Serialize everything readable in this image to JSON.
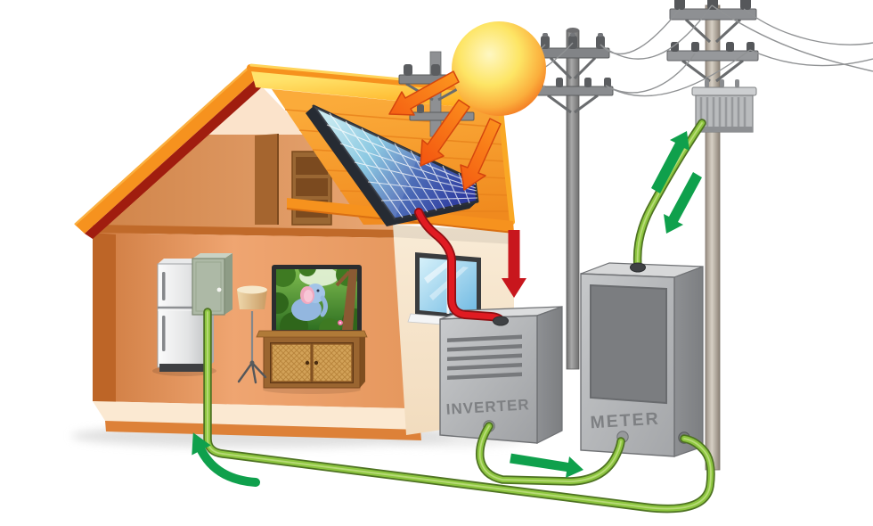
{
  "labels": {
    "inverter": "INVERTER",
    "meter": "METER"
  },
  "colors": {
    "arrow-green": "#0FA04C",
    "arrow-red": "#C8161D",
    "arrow-orange": "#F4731A",
    "cable-green": "#8DC63F",
    "cable-red": "#E01B22",
    "label-gray": "#7E8083",
    "sun-core": "#FDF0A3",
    "sun-rim": "#F4821F",
    "roof-orange": "#F6921E",
    "panel-blue": "#283593",
    "box-gray": "#B5B7B9"
  },
  "components": [
    {
      "name": "sun"
    },
    {
      "name": "sunlight-arrows",
      "count": 3
    },
    {
      "name": "house-cutaway"
    },
    {
      "name": "solar-panel-on-roof"
    },
    {
      "name": "inverter-box"
    },
    {
      "name": "meter-box"
    },
    {
      "name": "utility-pole-left"
    },
    {
      "name": "utility-pole-right-with-transformer"
    },
    {
      "name": "utility-pole-behind-roof"
    },
    {
      "name": "power-lines"
    },
    {
      "name": "breaker-panel"
    },
    {
      "name": "refrigerator"
    },
    {
      "name": "television"
    },
    {
      "name": "tv-cabinet"
    },
    {
      "name": "floor-lamp"
    },
    {
      "name": "window"
    }
  ],
  "flows": [
    {
      "from": "sun",
      "to": "solar-panel",
      "arrows": "orange"
    },
    {
      "from": "solar-panel",
      "to": "inverter",
      "arrows": "red",
      "cable": "red"
    },
    {
      "from": "inverter",
      "to": "meter",
      "arrows": "green",
      "cable": "green"
    },
    {
      "from": "meter",
      "to": "grid-transformer",
      "arrows": "green-bidirectional",
      "cable": "green"
    },
    {
      "from": "meter",
      "to": "home-breaker-panel",
      "arrows": "green",
      "cable": "green"
    }
  ]
}
